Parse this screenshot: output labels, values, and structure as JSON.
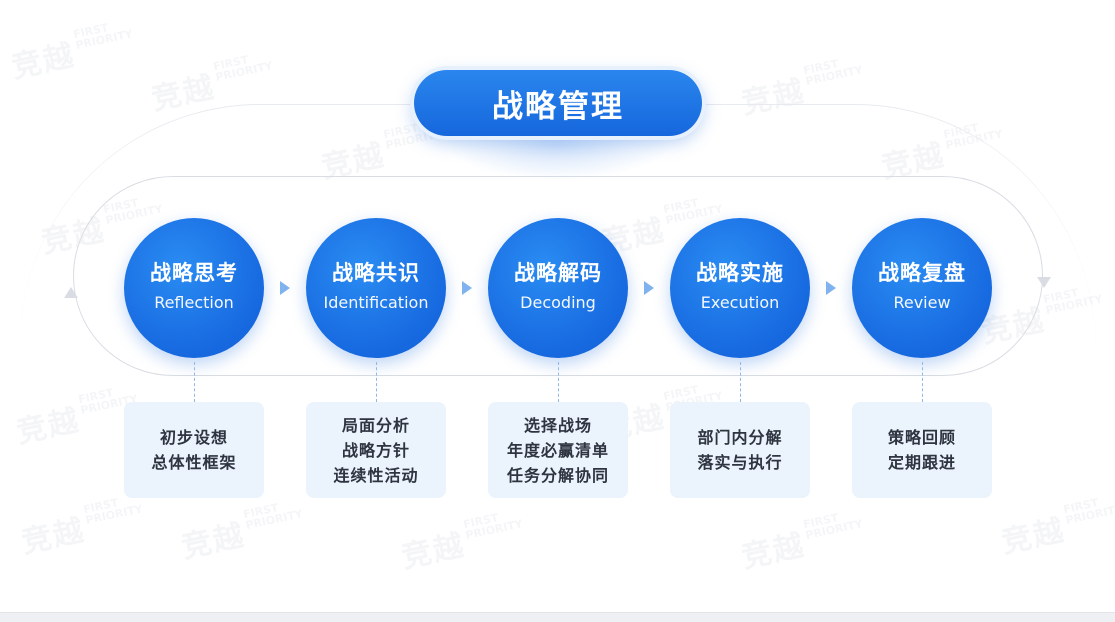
{
  "title": "战略管理",
  "watermark": {
    "cn": "竞越",
    "en_line1": "FIRST",
    "en_line2": "PRIORITY"
  },
  "steps": [
    {
      "cn": "战略思考",
      "en": "Reflection",
      "details": [
        "初步设想",
        "总体性框架"
      ]
    },
    {
      "cn": "战略共识",
      "en": "Identification",
      "details": [
        "局面分析",
        "战略方针",
        "连续性活动"
      ]
    },
    {
      "cn": "战略解码",
      "en": "Decoding",
      "details": [
        "选择战场",
        "年度必赢清单",
        "任务分解协同"
      ]
    },
    {
      "cn": "战略实施",
      "en": "Execution",
      "details": [
        "部门内分解",
        "落实与执行"
      ]
    },
    {
      "cn": "战略复盘",
      "en": "Review",
      "details": [
        "策略回顾",
        "定期跟进"
      ]
    }
  ],
  "colors": {
    "primary": "#1769e0",
    "card_bg": "#ebf3fc",
    "text_dark": "#2e3440",
    "track": "#d9dde3"
  }
}
